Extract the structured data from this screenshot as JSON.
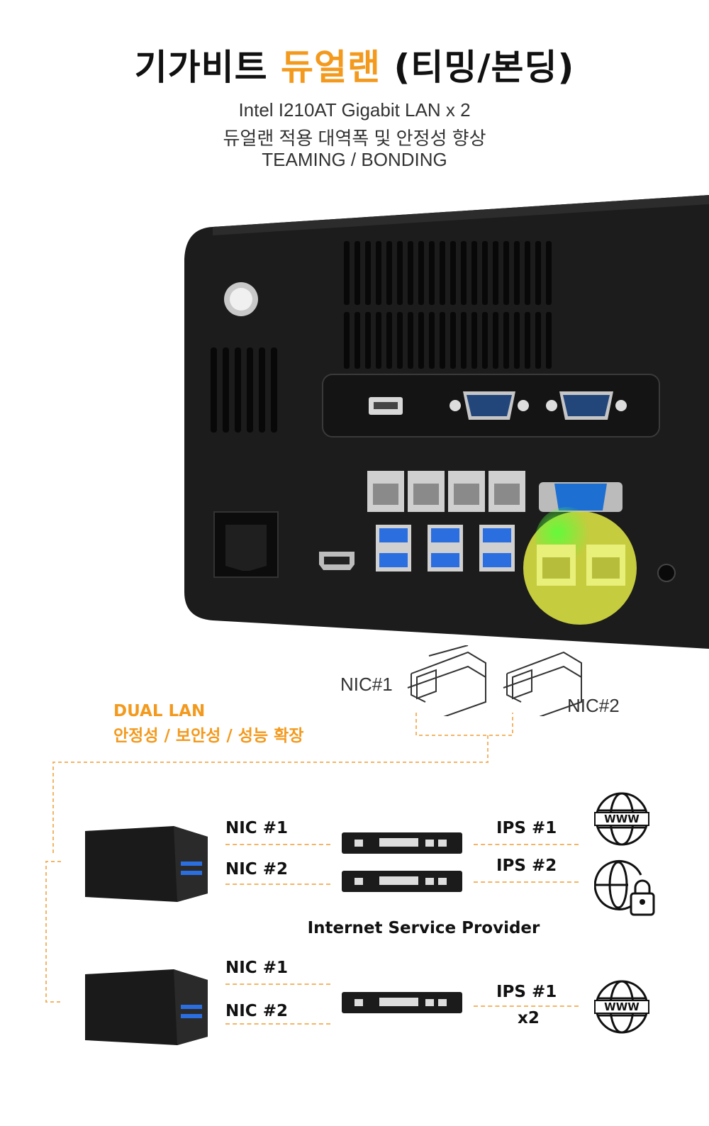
{
  "header": {
    "title_prefix": "기가비트",
    "title_highlight": "듀얼랜",
    "title_suffix": "(티밍/본딩)",
    "sub_lines": [
      "Intel I210AT Gigabit LAN x 2",
      "듀얼랜 적용 대역폭 및 안정성 향상",
      "TEAMING / BONDING"
    ]
  },
  "connector": {
    "nic1_label": "NIC#1",
    "nic2_label": "NIC#2"
  },
  "dual_lan": {
    "title": "DUAL LAN",
    "features": "안정성  /  보안성  / 성능 확장"
  },
  "setup1": {
    "nic1": "NIC #1",
    "nic2": "NIC #2",
    "ips1": "IPS #1",
    "ips2": "IPS #2"
  },
  "isp_label": "Internet Service Provider",
  "setup2": {
    "nic1": "NIC #1",
    "nic2": "NIC #2",
    "ips1": "IPS #1",
    "multiplier": "x2"
  },
  "icons": {
    "www_text": "WWW"
  },
  "colors": {
    "accent": "#f39a1e",
    "dash": "#f3b565",
    "device": "#1a1a1a",
    "highlight": "#d8e043"
  }
}
